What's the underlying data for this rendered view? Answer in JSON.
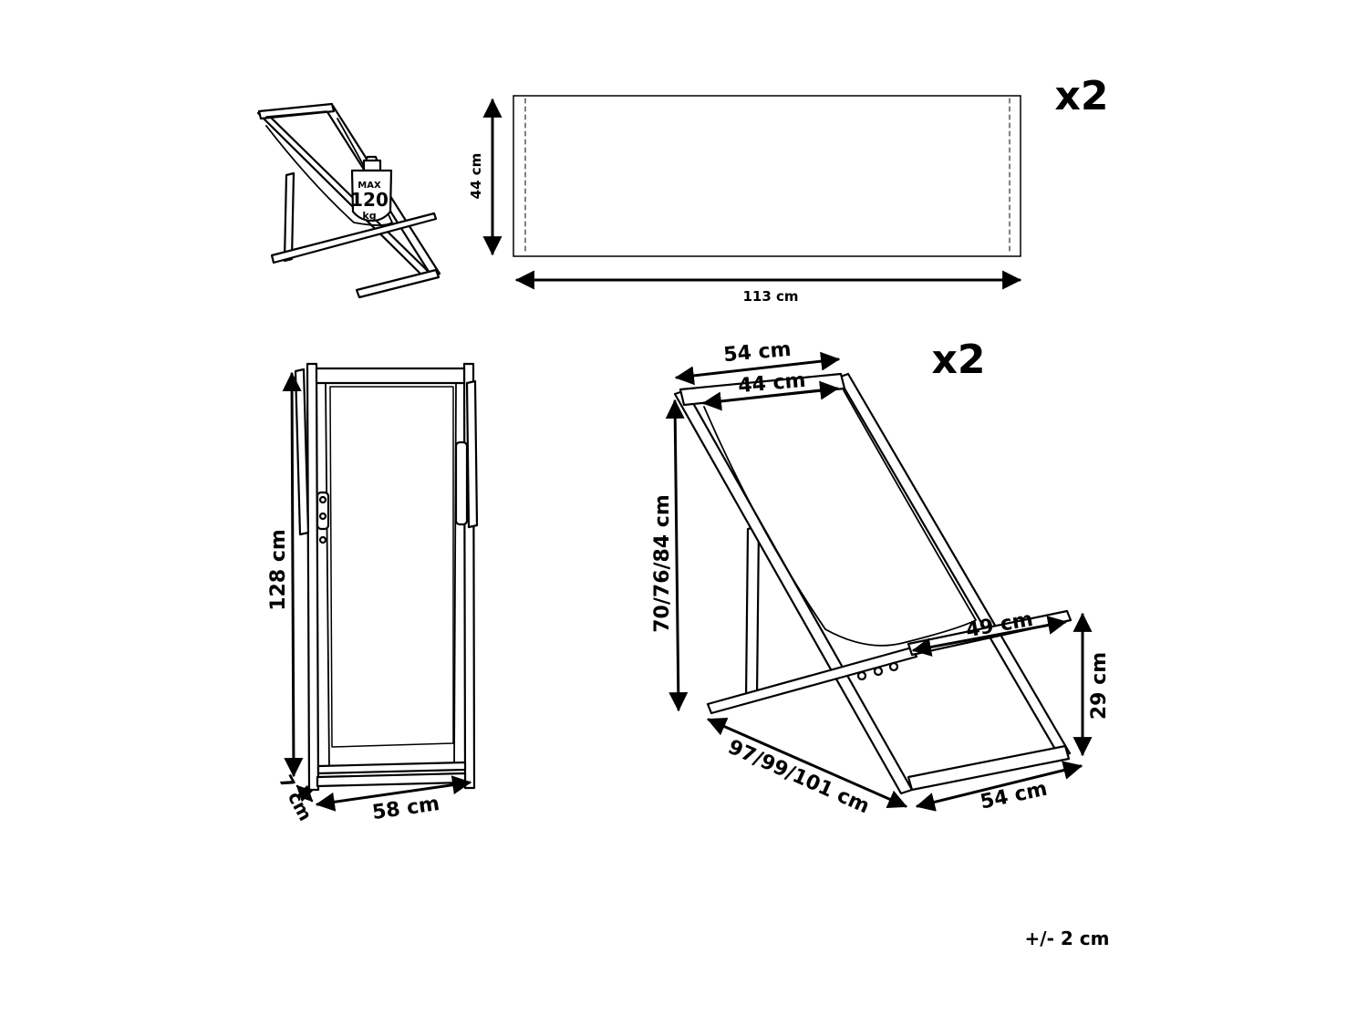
{
  "icons": {
    "weight": "weight-icon",
    "arrow": "dimension-arrow-icon"
  },
  "weight_badge": {
    "max": "MAX",
    "value": "120",
    "unit": "kg"
  },
  "fabric": {
    "quantity": "x2",
    "height": "44 cm",
    "width": "113 cm"
  },
  "folded_chair": {
    "height": "128 cm",
    "depth": "7 cm",
    "width": "58 cm"
  },
  "open_chair": {
    "quantity": "x2",
    "top_outer_width": "54 cm",
    "top_inner_width": "44 cm",
    "back_height": "70/76/84 cm",
    "armrest_length": "49 cm",
    "seat_height": "29 cm",
    "depth": "97/99/101 cm",
    "base_width": "54 cm"
  },
  "tolerance": "+/- 2 cm"
}
